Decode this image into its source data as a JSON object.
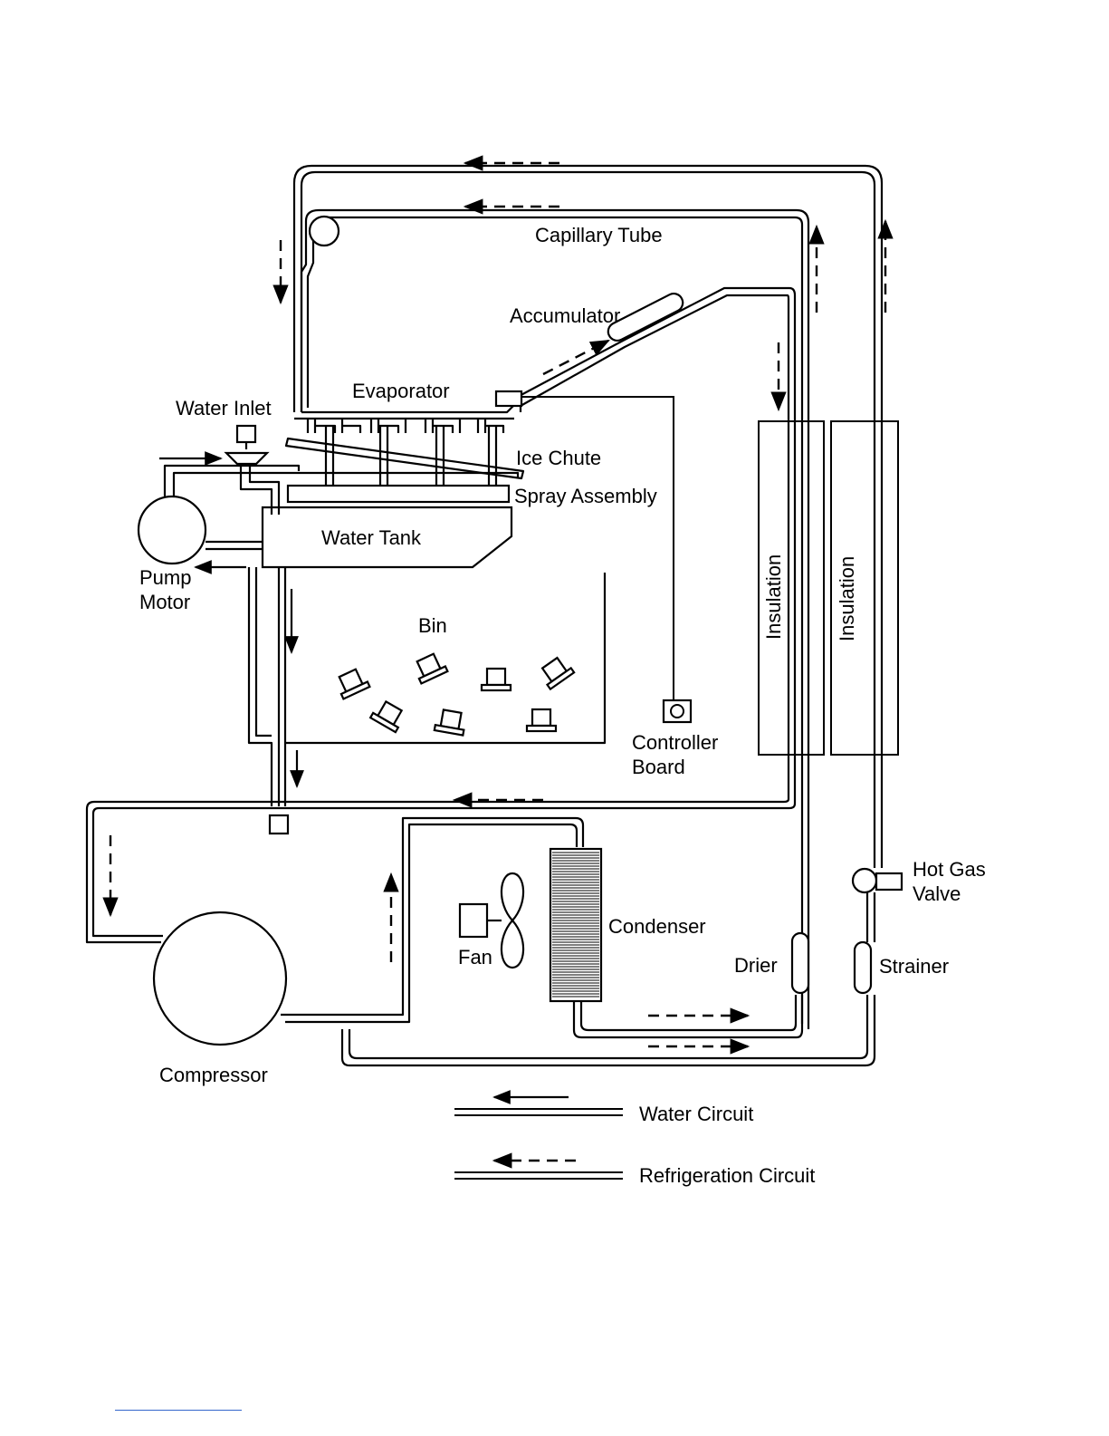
{
  "labels": {
    "capillary_tube": "Capillary Tube",
    "accumulator": "Accumulator",
    "evaporator": "Evaporator",
    "water_inlet": "Water Inlet",
    "ice_chute": "Ice Chute",
    "spray_assembly": "Spray Assembly",
    "water_tank": "Water Tank",
    "pump_motor_line1": "Pump",
    "pump_motor_line2": "Motor",
    "bin": "Bin",
    "controller_board_line1": "Controller",
    "controller_board_line2": "Board",
    "insulation_1": "Insulation",
    "insulation_2": "Insulation",
    "hot_gas_valve_line1": "Hot Gas",
    "hot_gas_valve_line2": "Valve",
    "condenser": "Condenser",
    "fan": "Fan",
    "drier": "Drier",
    "strainer": "Strainer",
    "compressor": "Compressor"
  },
  "legend": {
    "water_circuit": "Water Circuit",
    "refrigeration_circuit": "Refrigeration Circuit"
  },
  "colors": {
    "line": "#000000",
    "background": "#ffffff",
    "footer_rule": "#3366cc"
  }
}
